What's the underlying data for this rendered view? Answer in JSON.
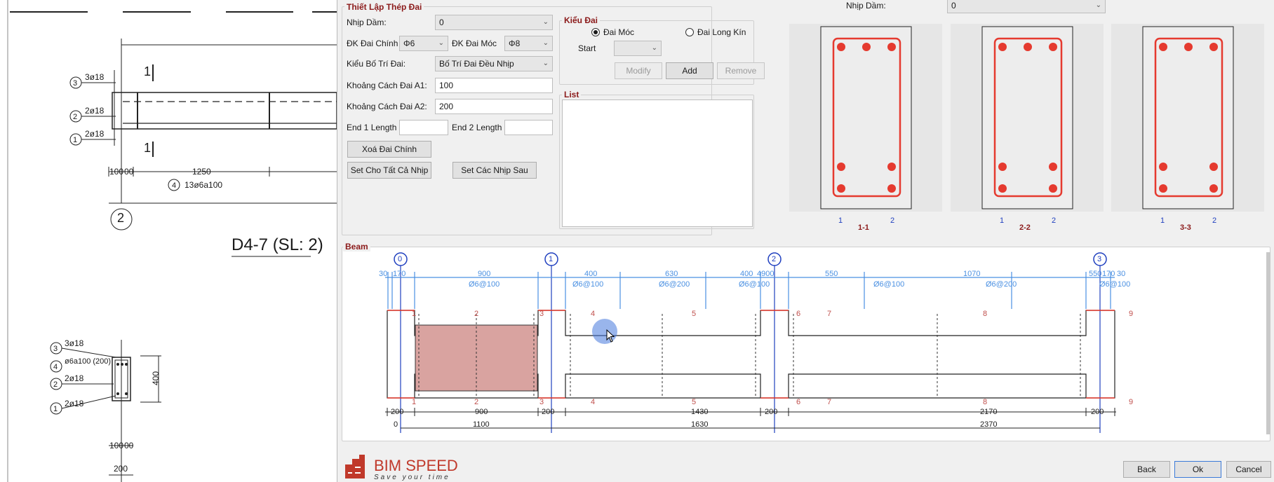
{
  "cad": {
    "callouts_top": [
      {
        "num": "3",
        "text": "3ø18"
      },
      {
        "num": "2",
        "text": "2ø18"
      },
      {
        "num": "1",
        "text": "2ø18"
      }
    ],
    "section_mark": "1",
    "dim_100": "100",
    "dim_00": "00",
    "dim_1250": "1250",
    "stirrup_num": "4",
    "stirrup_text": "13ø6a100",
    "axis_label": "2",
    "title": "D4-7 (SL: 2)",
    "callouts_bottom": [
      {
        "num": "3",
        "text": "3ø18"
      },
      {
        "num": "4",
        "text": "ø6a100 (200)"
      },
      {
        "num": "2",
        "text": "2ø18"
      },
      {
        "num": "1",
        "text": "2ø18"
      }
    ],
    "section_height": "400",
    "section_width": "200"
  },
  "stirrup_group": {
    "title": "Thiết Lập Thép Đai",
    "nhip_dam_label": "Nhịp Dầm:",
    "nhip_dam_value": "0",
    "dk_chinh_label": "ĐK Đai Chính",
    "dk_chinh_value": "Φ6",
    "dk_moc_label": "ĐK Đai Móc",
    "dk_moc_value": "Φ8",
    "kieu_bo_tri_label": "Kiểu Bố Trí Đai:",
    "kieu_bo_tri_value": "Bố Trí Đai Đều Nhịp",
    "a1_label": "Khoảng Cách Đai A1:",
    "a1_value": "100",
    "a2_label": "Khoảng Cách Đai A2:",
    "a2_value": "200",
    "end1_label": "End 1 Length",
    "end1_value": "",
    "end2_label": "End 2 Length",
    "end2_value": "",
    "delete_btn": "Xoá Đai Chính",
    "set_all_btn": "Set Cho Tất Cả Nhịp",
    "set_next_btn": "Set Các Nhịp Sau"
  },
  "kieu_dai": {
    "title": "Kiểu Đai",
    "opt1": "Đai Móc",
    "opt2": "Đai Long Kín",
    "start_label": "Start",
    "start_value": "",
    "modify_btn": "Modify",
    "add_btn": "Add",
    "remove_btn": "Remove"
  },
  "list": {
    "title": "List"
  },
  "sections": {
    "nhip_dam_label": "Nhịp Dầm:",
    "nhip_dam_value": "0",
    "items": [
      {
        "name": "1-1",
        "left": "1",
        "right": "2"
      },
      {
        "name": "2-2",
        "left": "1",
        "right": "2"
      },
      {
        "name": "3-3",
        "left": "1",
        "right": "2"
      }
    ]
  },
  "beam": {
    "title": "Beam",
    "axes": [
      "0",
      "1",
      "2",
      "3"
    ],
    "top_dims": [
      "30",
      "170",
      "900",
      "400",
      "630",
      "400",
      "4900",
      "550",
      "1070",
      "550",
      "170",
      "30"
    ],
    "stirrup_labels": [
      "Ø6@100",
      "Ø6@100",
      "Ø6@200",
      "Ø6@100",
      "Ø6@100",
      "Ø6@200",
      "Ø6@100"
    ],
    "point_labels": [
      "1",
      "2",
      "3",
      "4",
      "5",
      "6",
      "7",
      "8",
      "9"
    ],
    "dims_row1": [
      "200",
      "900",
      "200",
      "1430",
      "200",
      "2170",
      "200"
    ],
    "dims_row2": [
      "0",
      "1100",
      "1630",
      "2370"
    ]
  },
  "footer": {
    "logo_text": "BIM SPEED",
    "logo_sub": "Save your time",
    "back_btn": "Back",
    "ok_btn": "Ok",
    "cancel_btn": "Cancel"
  },
  "colors": {
    "accent_red": "#8b1a1a",
    "rebar_red": "#e53a2f",
    "dim_blue": "#4a90e2",
    "axis_blue": "#1f3fbf",
    "highlight": "#d9a3a0"
  }
}
